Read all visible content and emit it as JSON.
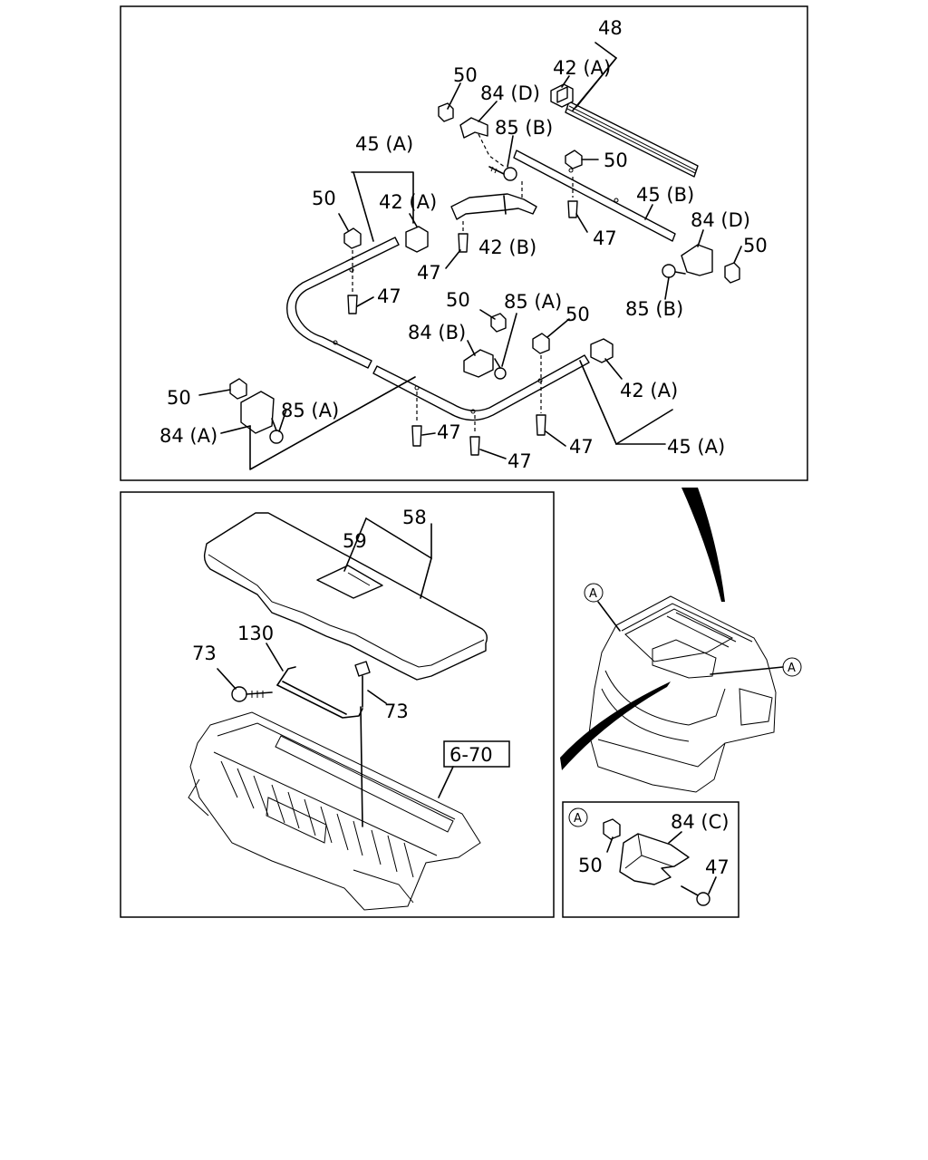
{
  "panel_top": {
    "labels": {
      "p48": "48",
      "p42a_top": "42 (A)",
      "p50_1": "50",
      "p84d_top": "84 (D)",
      "p85b_top": "85 (B)",
      "p50_2": "50",
      "p45a_top": "45 (A)",
      "p50_3": "50",
      "p42a_left": "42 (A)",
      "p45b": "45 (B)",
      "p84d_right": "84 (D)",
      "p50_4": "50",
      "p47_1": "47",
      "p42b": "42 (B)",
      "p47_2": "47",
      "p47_3": "47",
      "p85b_right": "85 (B)",
      "p50_5": "50",
      "p85a_mid": "85 (A)",
      "p50_6": "50",
      "p84b": "84 (B)",
      "p42a_right": "42 (A)",
      "p50_7": "50",
      "p85a_left": "85 (A)",
      "p84a": "84 (A)",
      "p47_4": "47",
      "p47_5": "47",
      "p45a_bottom": "45 (A)",
      "p47_6": "47"
    }
  },
  "panel_left": {
    "labels": {
      "p58": "58",
      "p59": "59",
      "p130": "130",
      "p73_left": "73",
      "p73_right": "73",
      "ref": "6-70"
    }
  },
  "panel_vehicle": {
    "marker_top": "A",
    "marker_right": "A"
  },
  "panel_detail": {
    "marker": "A",
    "labels": {
      "p84c": "84 (C)",
      "p50": "50",
      "p47": "47"
    }
  }
}
